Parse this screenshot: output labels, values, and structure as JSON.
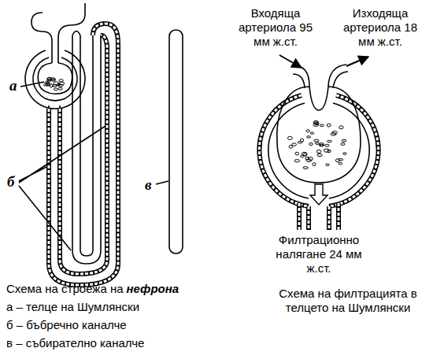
{
  "diagram": {
    "labels": [
      "а",
      "б",
      "в",
      "Входяща артериола 95 мм ж.ст.",
      "Изходяща артериола 18 мм ж.ст.",
      "Филтрационно налягане 24 мм ж.ст.",
      "Схема на строежа на",
      "нефрона",
      "а – телце на Шумлянски",
      "б – бъбречно каналче",
      "в – събирателно каналче",
      "Схема на филтрацията в телцето на Шумлянски"
    ]
  }
}
